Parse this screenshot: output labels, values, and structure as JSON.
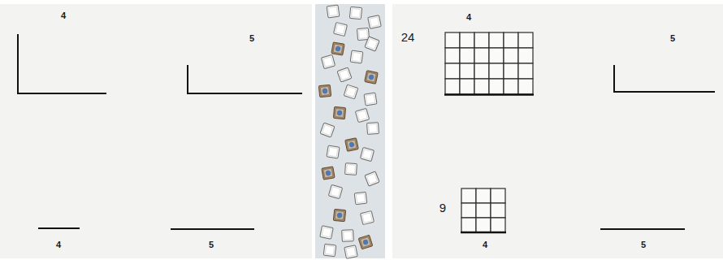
{
  "diagram": {
    "labels": [
      "4",
      "5",
      "4",
      "5",
      "4",
      "24",
      "5",
      "9",
      "4",
      "5"
    ]
  }
}
